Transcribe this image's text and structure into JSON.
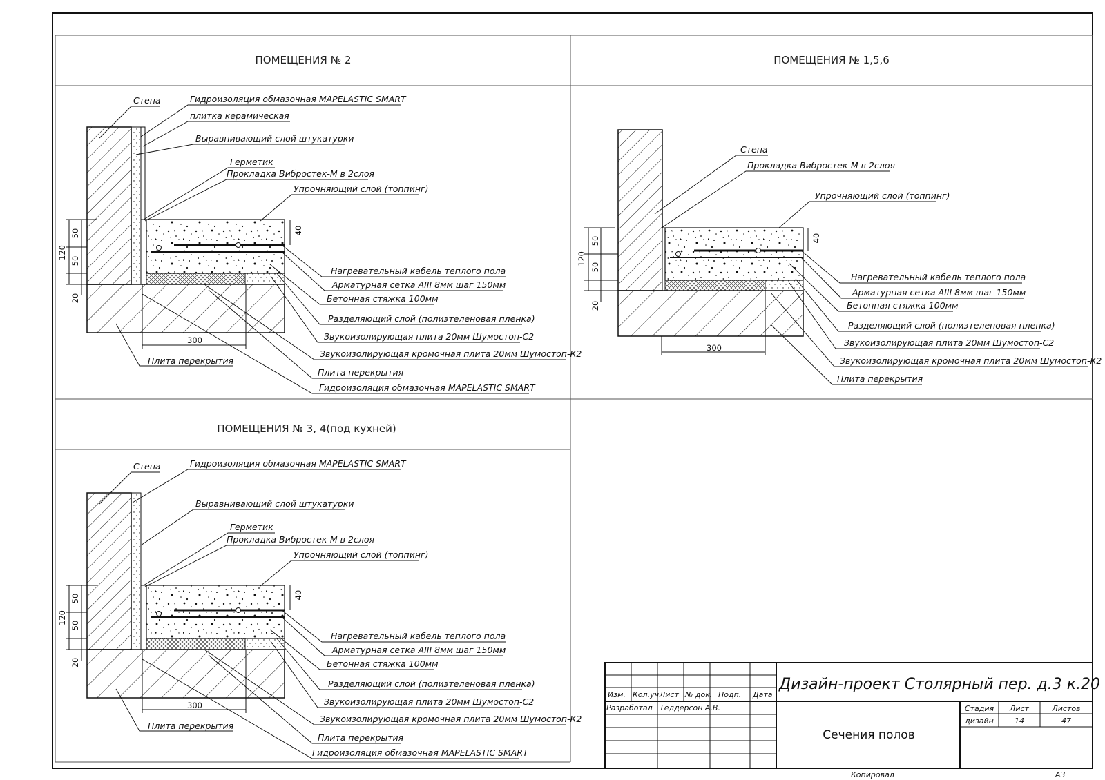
{
  "panels": {
    "p2": {
      "title": "ПОМЕЩЕНИЯ № 2"
    },
    "p156": {
      "title": "ПОМЕЩЕНИЯ № 1,5,6"
    },
    "p34": {
      "title": "ПОМЕЩЕНИЯ № 3, 4(под кухней)"
    }
  },
  "labels": {
    "wall": "Стена",
    "waterproofing": "Гидроизоляция обмазочная MAPELASTIC SMART",
    "tile": "плитка керамическая",
    "plaster": "Выравнивающий слой штукатурки",
    "sealant": "Герметик",
    "gasket": "Прокладка Вибростек-М в 2слоя",
    "topping": "Упрочняющий слой (топпинг)",
    "cable": "Нагревательный кабель теплого пола",
    "mesh": "Арматурная сетка AIII 8мм шаг 150мм",
    "screed": "Бетонная стяжка 100мм",
    "film": "Разделяющий слой (полиэтеленовая пленка)",
    "soundplate": "Звукоизолирующая плита 20мм Шумостоп-С2",
    "edgeplate": "Звукоизолирующая кромочная плита 20мм Шумостоп-К2",
    "slab": "Плита перекрытия"
  },
  "dims": {
    "d50": "50",
    "d120": "120",
    "d20": "20",
    "d40": "40",
    "d300": "300"
  },
  "titleblock": {
    "project": "Дизайн-проект  Столярный пер. д.3 к.20",
    "col_izm": "Изм.",
    "col_kol": "Кол.уч.",
    "col_list": "Лист",
    "col_ndok": "№ док.",
    "col_podp": "Подп.",
    "col_data": "Дата",
    "developed": "Разработал",
    "author": "Теддерсон А.В.",
    "sheet_title": "Сечения полов",
    "stage_h": "Стадия",
    "list_h": "Лист",
    "listov_h": "Листов",
    "stage": "дизайн",
    "list": "14",
    "listov": "47",
    "copied": "Копировал",
    "format": "А3"
  }
}
